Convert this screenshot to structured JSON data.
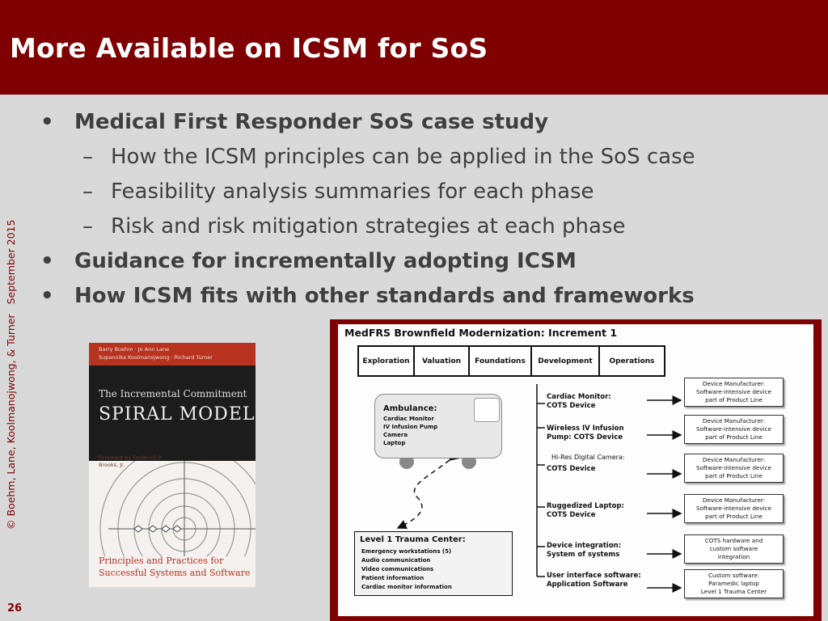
{
  "title": "More Available on ICSM for SoS",
  "side_note": {
    "authors": "© Boehm, Lane, Koolmanojwong, & Turner",
    "date": "September 2015"
  },
  "page_number": "26",
  "bullets": [
    {
      "level": 1,
      "mark": "•",
      "text": "Medical First Responder SoS case study"
    },
    {
      "level": 2,
      "mark": "–",
      "text": "How the ICSM principles can be applied in the SoS case"
    },
    {
      "level": 2,
      "mark": "–",
      "text": "Feasibility analysis summaries for each phase"
    },
    {
      "level": 2,
      "mark": "–",
      "text": "Risk and risk mitigation strategies at each phase"
    },
    {
      "level": 1,
      "mark": "•",
      "text": "Guidance for incrementally adopting ICSM"
    },
    {
      "level": 1,
      "mark": "•",
      "text": "How ICSM fits with other standards and frameworks"
    }
  ],
  "book": {
    "authors_line1": "Barry Boehm · Jo Ann Lane",
    "authors_line2": "Supannika Koolmanojwong · Richard Turner",
    "title_line1": "The Incremental Commitment",
    "title_line2": "SPIRAL MODEL",
    "foreword": "Foreword by Frederick P. Brooks, Jr.",
    "subtitle_line1": "Principles and Practices for",
    "subtitle_line2": "Successful Systems and Software"
  },
  "diagram": {
    "title": "MedFRS Brownfield Modernization:  Increment 1",
    "phases": [
      "Exploration",
      "Valuation",
      "Foundations",
      "Development",
      "Operations"
    ],
    "ambulance": {
      "title": "Ambulance:",
      "items": [
        "Cardiac Monitor",
        "IV Infusion Pump",
        "Camera",
        "Laptop"
      ]
    },
    "trauma_center": {
      "title": "Level 1 Trauma Center:",
      "items": [
        "Emergency workstations (5)",
        "Audio communication",
        "Video communications",
        "Patient information",
        "Cardiac monitor information"
      ]
    },
    "branches": [
      {
        "line1": "Cardiac Monitor:",
        "line2": "COTS Device"
      },
      {
        "line1": "Wireless IV Infusion",
        "line2": "Pump:  COTS Device"
      },
      {
        "line1": "",
        "line2": "COTS Device"
      },
      {
        "line1": "Ruggedized Laptop:",
        "line2": "COTS Device"
      },
      {
        "line1": "Device integration:",
        "line2": "System of systems"
      },
      {
        "line1": "User interface software:",
        "line2": "Application Software"
      }
    ],
    "camera_label": "Hi-Res Digital Camera:",
    "manufacturers": [
      {
        "line1": "Device Manufacturer:",
        "line2": "Software-intensive device",
        "line3": "part of Product Line"
      },
      {
        "line1": "Device Manufacturer:",
        "line2": "Software-intensive device",
        "line3": "part of Product Line"
      },
      {
        "line1": "Device Manufacturer:",
        "line2": "Software-intensive device",
        "line3": "part of Product Line"
      },
      {
        "line1": "Device Manufacturer:",
        "line2": "Software-intensive device",
        "line3": "part of Product Line"
      },
      {
        "line1": "COTS hardware and",
        "line2": "custom software",
        "line3": "integration"
      },
      {
        "line1": "Custom software:",
        "line2": "Paramedic laptop",
        "line3": "Level 1 Trauma Center"
      }
    ]
  }
}
